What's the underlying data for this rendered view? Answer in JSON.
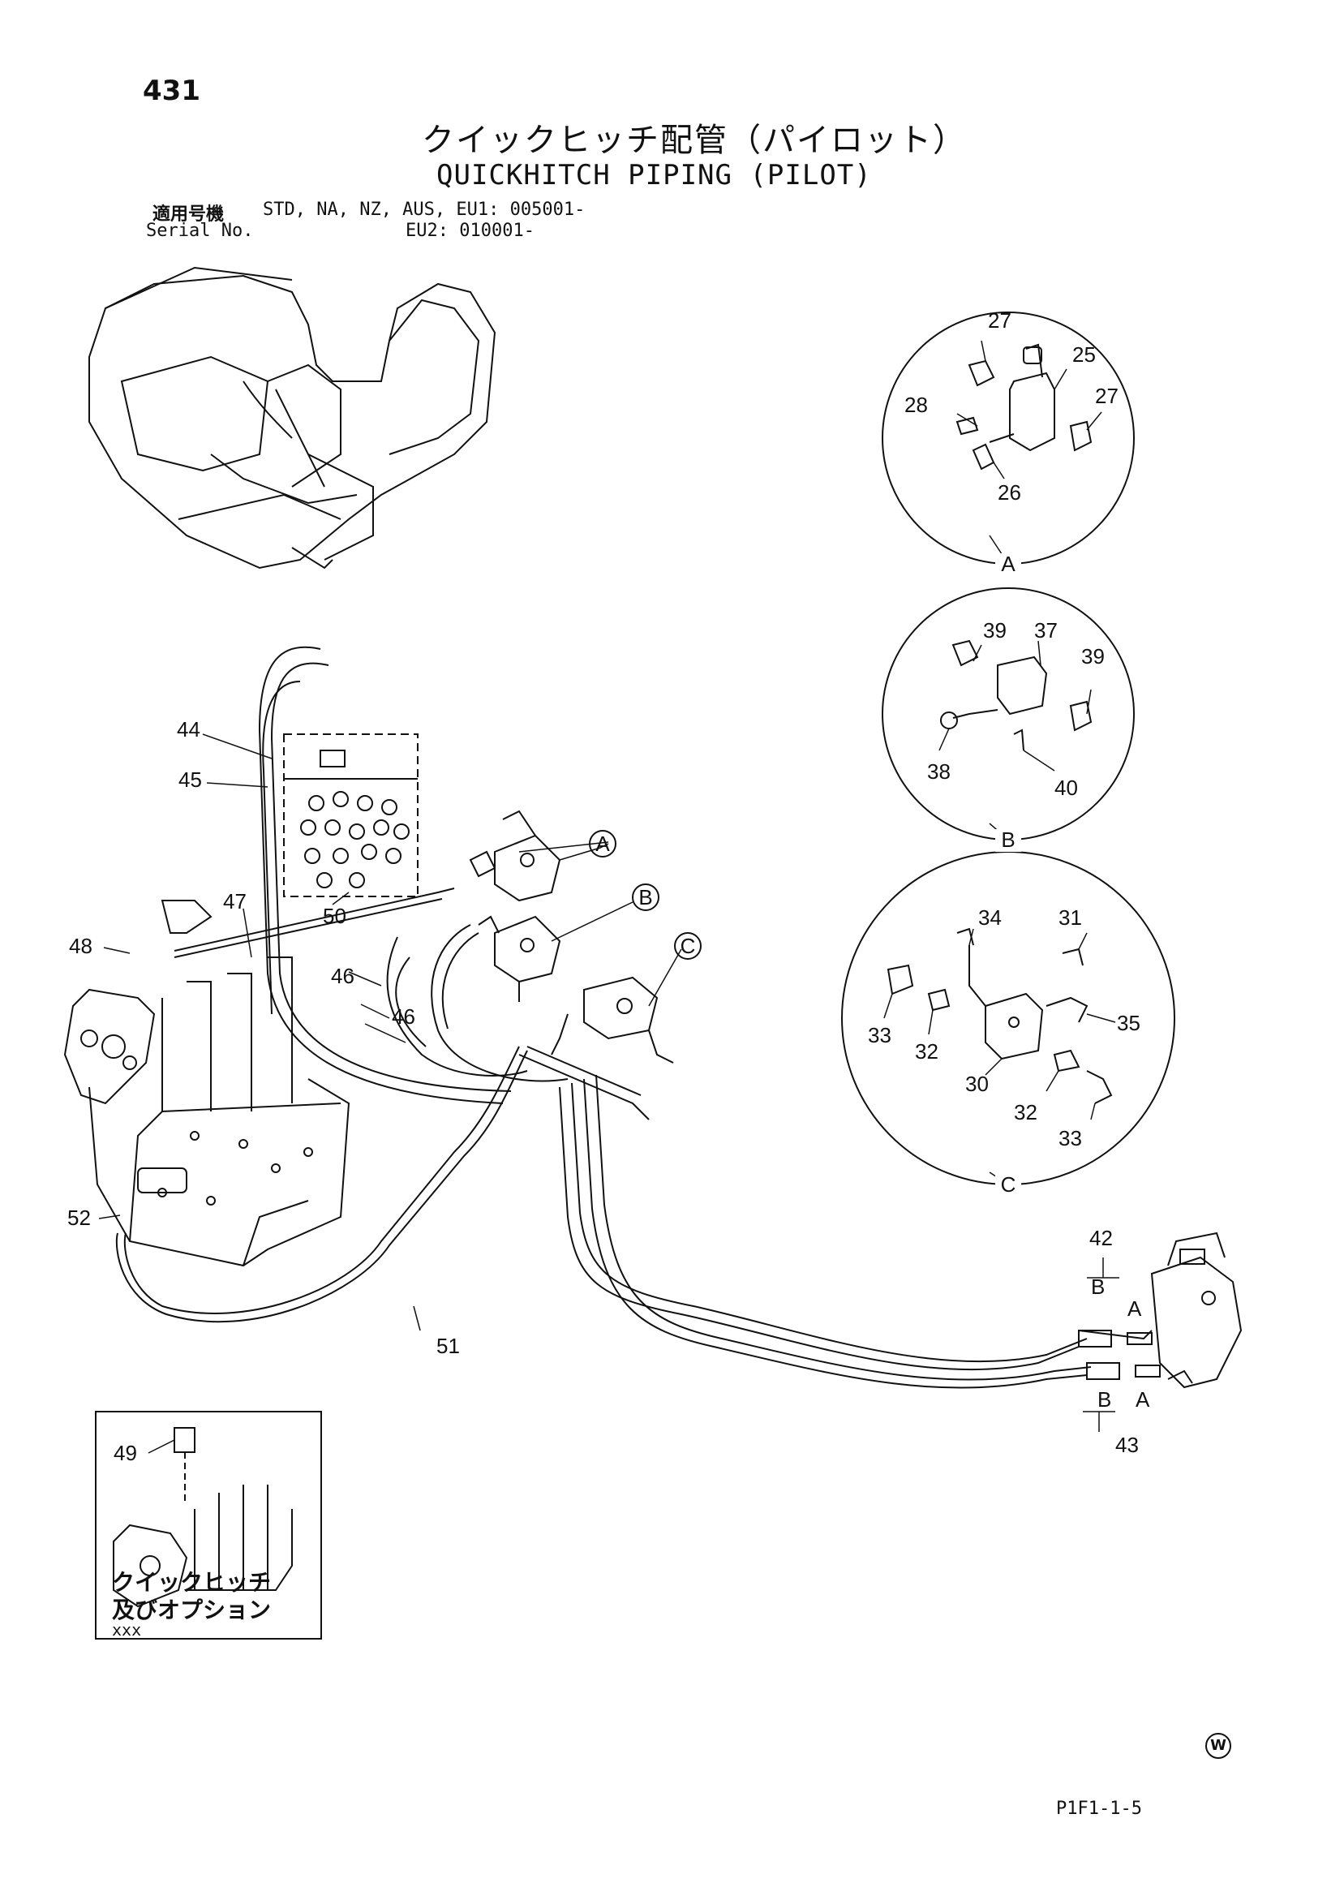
{
  "header": {
    "page_number": "431",
    "title_jp": "クイックヒッチ配管（パイロット）",
    "title_en": "QUICKHITCH PIPING (PILOT)",
    "serial_label_jp": "適用号機",
    "serial_label_en": "Serial No.",
    "serial_line1": "STD, NA, NZ, AUS, EU1: 005001-",
    "serial_line2": "EU2: 010001-"
  },
  "callouts": {
    "p25": "25",
    "p26": "26",
    "p27a": "27",
    "p27b": "27",
    "p28": "28",
    "p30": "30",
    "p31": "31",
    "p32a": "32",
    "p32b": "32",
    "p33a": "33",
    "p33b": "33",
    "p34": "34",
    "p35": "35",
    "p37": "37",
    "p38": "38",
    "p39a": "39",
    "p39b": "39",
    "p40": "40",
    "p42": "42",
    "p43": "43",
    "p44": "44",
    "p45": "45",
    "p46a": "46",
    "p46b": "46",
    "p47": "47",
    "p48": "48",
    "p49": "49",
    "p50": "50",
    "p51": "51",
    "p52": "52"
  },
  "detail_views": {
    "A": "A",
    "B": "B",
    "C": "C"
  },
  "port_labels": {
    "b_top": "B",
    "a_top": "A",
    "b_bottom": "B",
    "a_bottom": "A"
  },
  "inset": {
    "caption_line1": "クイックヒッチ",
    "caption_line2": "及びオプション",
    "caption_line3": "xxx"
  },
  "footer": {
    "page_code": "P1F1-1-5",
    "mark": "W"
  }
}
